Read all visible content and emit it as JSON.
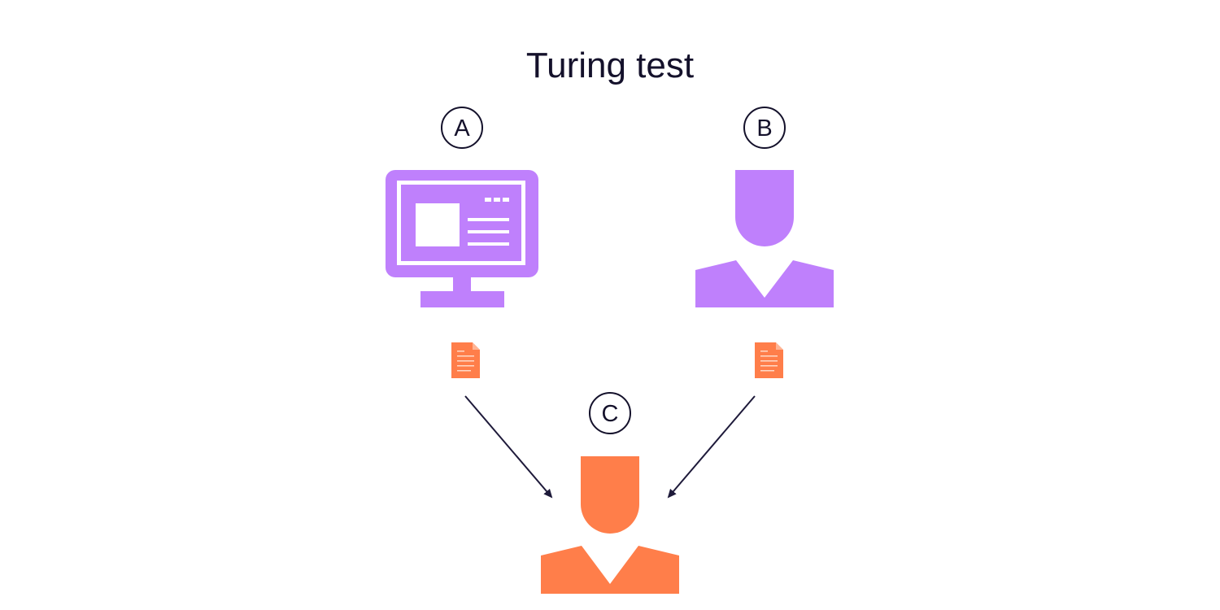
{
  "title": "Turing test",
  "participants": {
    "a": {
      "label": "A",
      "icon": "computer-monitor-icon"
    },
    "b": {
      "label": "B",
      "icon": "person-icon"
    },
    "c": {
      "label": "C",
      "icon": "person-icon"
    }
  },
  "messages": [
    {
      "icon": "document-icon",
      "from": "A",
      "to": "C"
    },
    {
      "icon": "document-icon",
      "from": "B",
      "to": "C"
    }
  ],
  "colors": {
    "background": "#ffffff",
    "text": "#14112b",
    "purple": "#bf80fc",
    "orange": "#ff7e4a",
    "document_lines": "#ffd9c7",
    "arrow": "#1e1a3a"
  }
}
